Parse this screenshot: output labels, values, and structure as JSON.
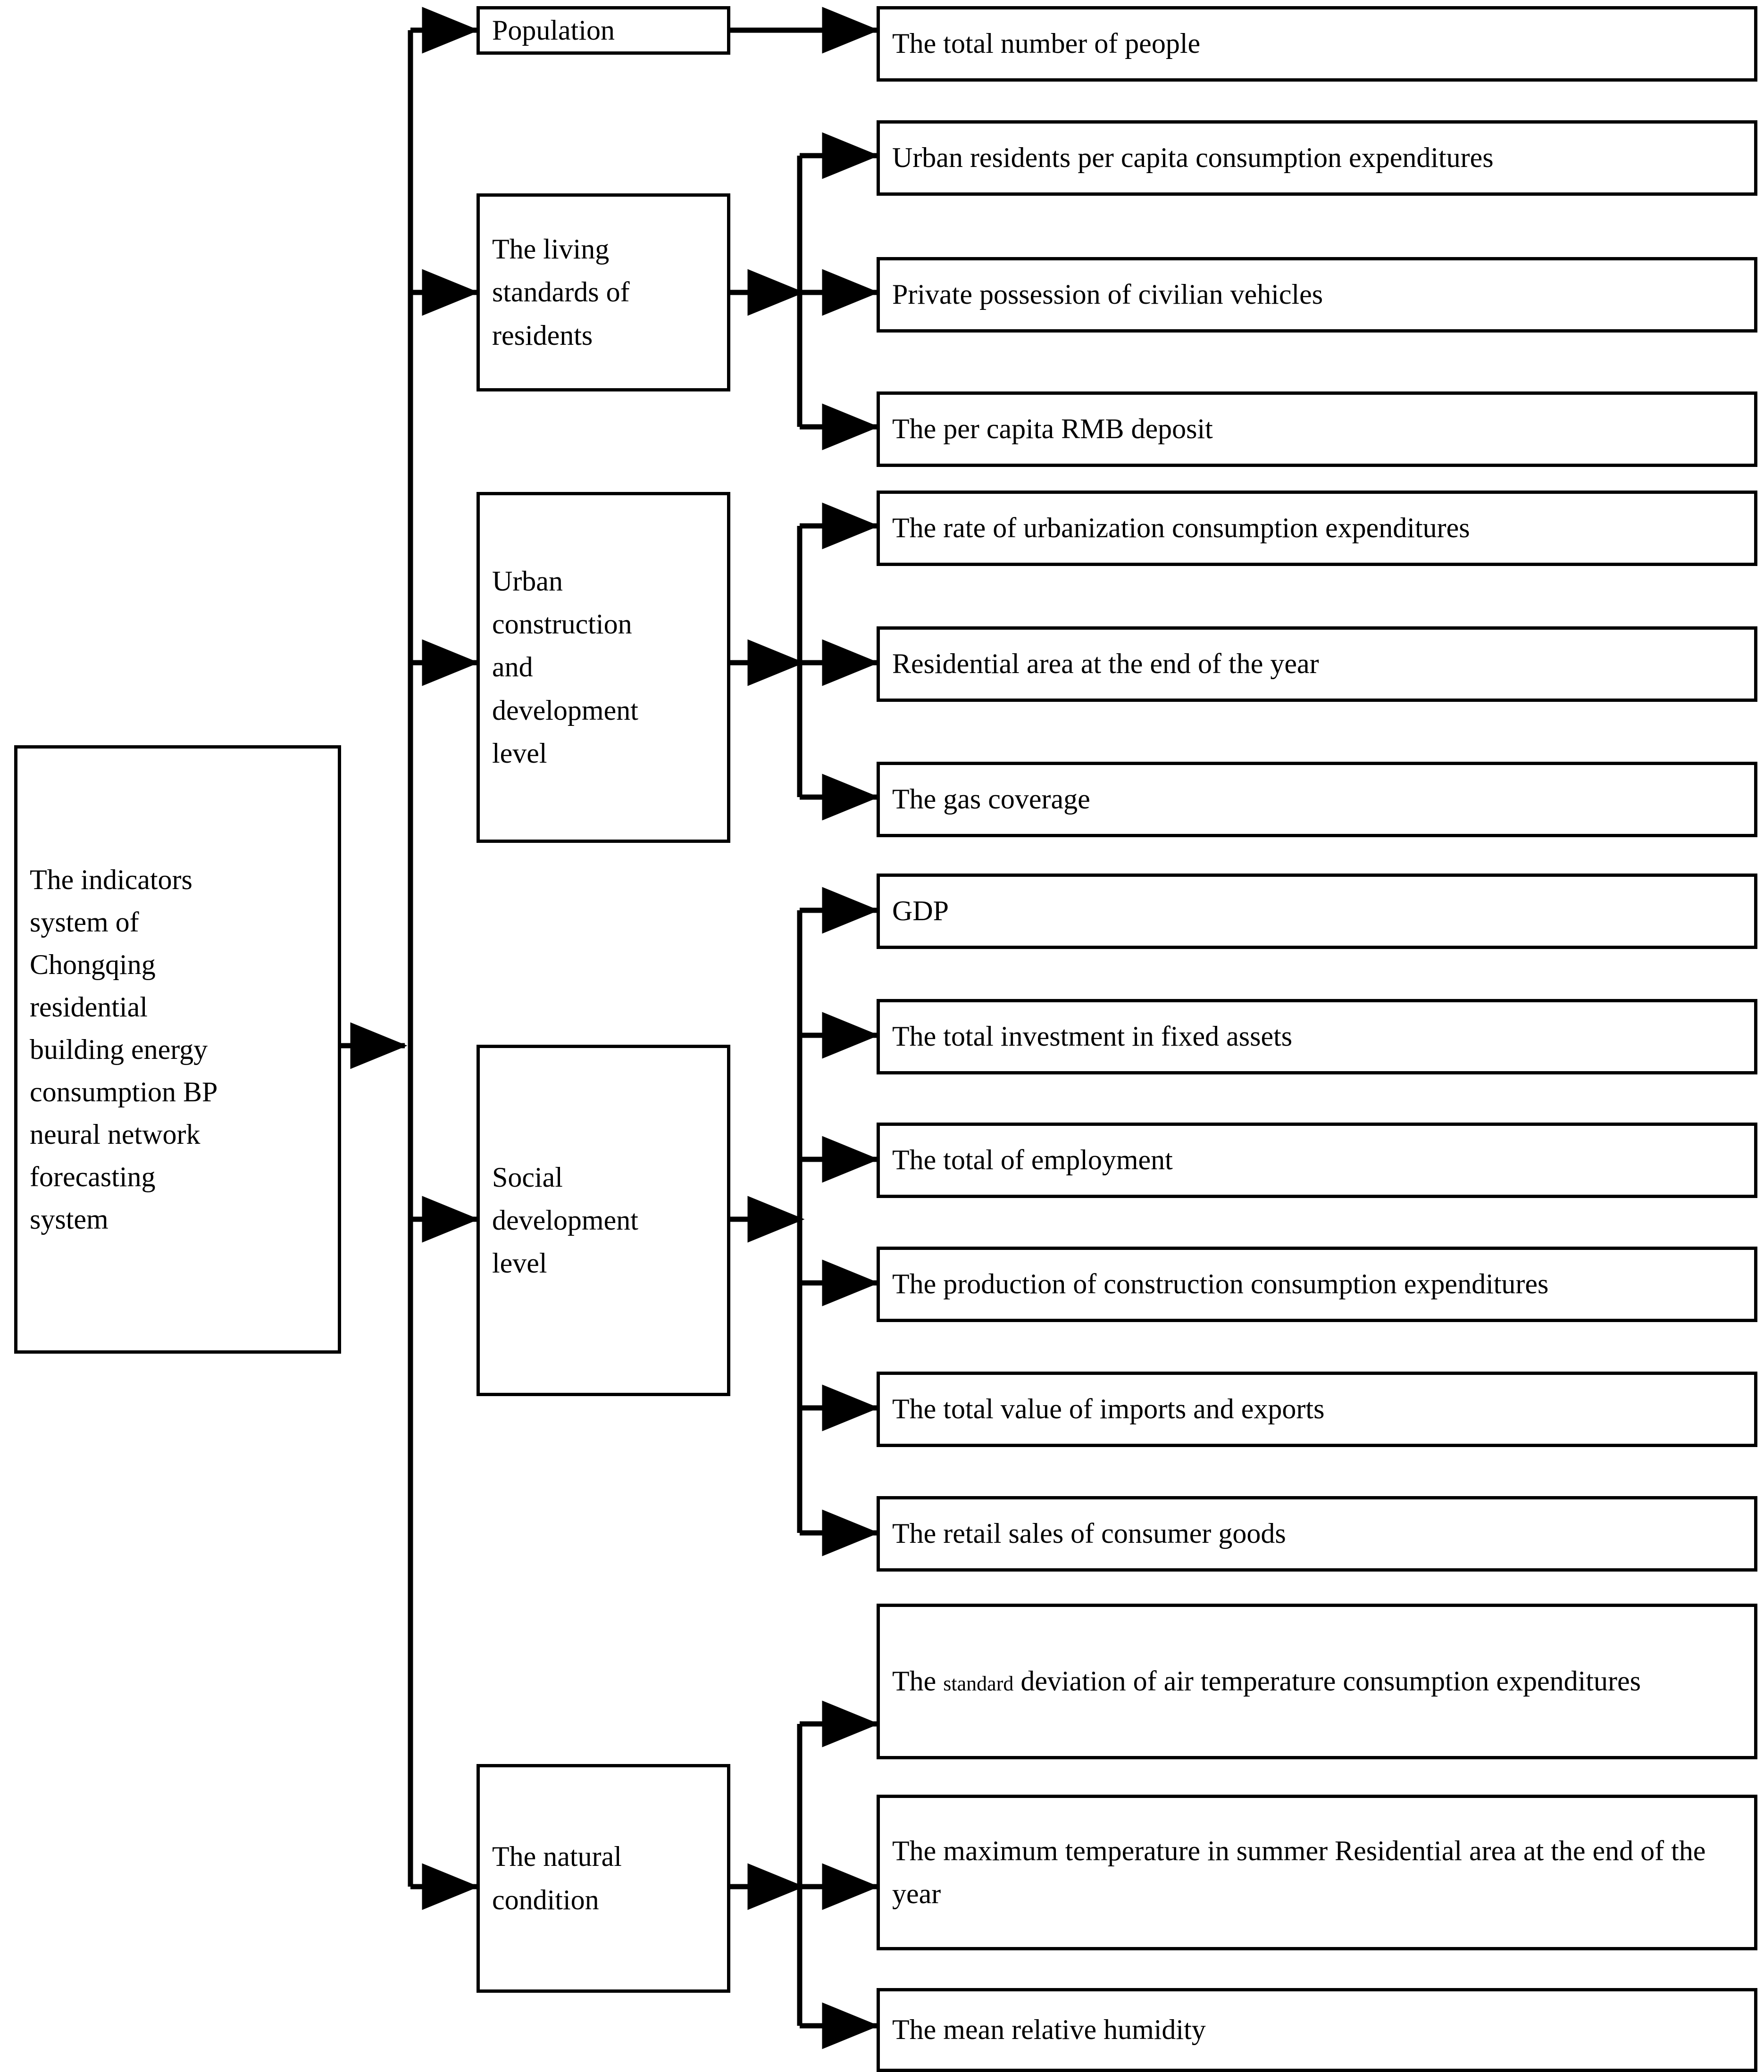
{
  "diagram": {
    "title": "The indicators system of Chongqing residential building energy consumption BP neural network forecasting system",
    "colors": {
      "line": "#000000",
      "box_fill": "#ffffff",
      "text": "#000000"
    },
    "root": {
      "label": "The indicators\nsystem of\nChongqing\nresidential\nbuilding energy\nconsumption BP\nneural network\nforecasting\nsystem"
    },
    "categories": [
      {
        "label": "Population",
        "indicators": [
          {
            "label": "The total number of people"
          }
        ]
      },
      {
        "label": "The living\nstandards of\nresidents",
        "indicators": [
          {
            "label": "Urban residents per capita consumption expenditures"
          },
          {
            "label": "Private possession of civilian vehicles"
          },
          {
            "label": "The per capita RMB deposit"
          }
        ]
      },
      {
        "label": "Urban\nconstruction\nand\ndevelopment\nlevel",
        "indicators": [
          {
            "label": "The rate of urbanization consumption expenditures"
          },
          {
            "label": "Residential area at the end of the year"
          },
          {
            "label": "The gas coverage"
          }
        ]
      },
      {
        "label": "Social\ndevelopment\nlevel",
        "indicators": [
          {
            "label": "GDP"
          },
          {
            "label": "The total investment in fixed assets"
          },
          {
            "label": "The total of employment"
          },
          {
            "label": "The production of construction consumption expenditures"
          },
          {
            "label": "The total value of imports and exports"
          },
          {
            "label": "The retail sales of consumer goods"
          }
        ]
      },
      {
        "label": "The natural\ncondition",
        "indicators": [
          {
            "label_prefix": "The ",
            "label_small": "standard",
            "label_suffix": " deviation of air temperature consumption expenditures"
          },
          {
            "label": "The maximum temperature in summer Residential area at the end of the year"
          },
          {
            "label": "The mean relative humidity"
          }
        ]
      }
    ]
  }
}
